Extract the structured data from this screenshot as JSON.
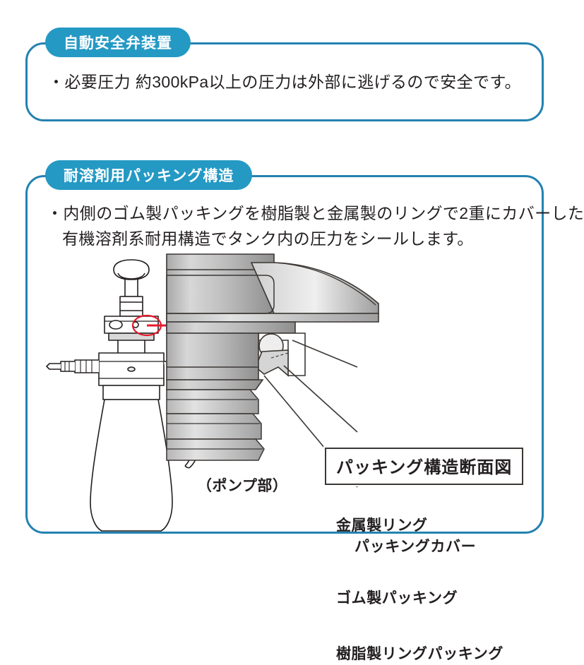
{
  "page": {
    "background": "#ffffff",
    "accent_pill": "#2499c4",
    "accent_border": "#2382b0",
    "text_color": "#231f20",
    "highlight_color": "#e8192c"
  },
  "panels": [
    {
      "id": "auto-valve",
      "heading": "自動安全弁装置",
      "lines": [
        "・必要圧力 約300kPa以上の圧力は外部に逃げるので安全です。"
      ]
    },
    {
      "id": "packing",
      "heading": "耐溶剤用パッキング構造",
      "lines": [
        "・内側のゴム製パッキングを樹脂製と金属製のリングで2重にカバーした",
        "有機溶剤系耐用構造でタンク内の圧力をシールします。"
      ]
    }
  ],
  "figure": {
    "title": "パッキング構造断面図",
    "pump_label": "（ポンプ部）",
    "callouts": [
      {
        "id": "metal-ring",
        "line1": "金属製リング",
        "line2": "パッキングカバー"
      },
      {
        "id": "rubber-packing",
        "line1": "ゴム製パッキング",
        "line2": ""
      },
      {
        "id": "resin-ring",
        "line1": "樹脂製リングパッキング",
        "line2": ""
      }
    ]
  }
}
